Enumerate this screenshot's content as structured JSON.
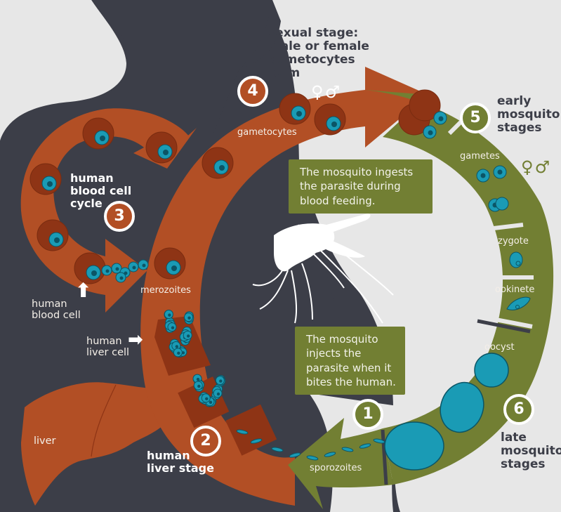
{
  "title": "Malaria parasite life cycle",
  "colors": {
    "background": "#e7e7e7",
    "silhouette": "#3c3e48",
    "human_stage": "#b24f25",
    "human_stage_dark": "#8e3415",
    "mosquito_stage": "#727f33",
    "parasite": "#1a9bb5",
    "parasite_dark": "#0b5566",
    "white": "#ffffff"
  },
  "steps": [
    {
      "number": "1",
      "color": "green"
    },
    {
      "number": "2",
      "color": "orange",
      "title_lines": [
        "human",
        "liver stage"
      ]
    },
    {
      "number": "3",
      "color": "orange",
      "title_lines": [
        "human",
        "blood cell",
        "cycle"
      ]
    },
    {
      "number": "4",
      "color": "orange",
      "title_lines": [
        "sexual stage:",
        "male or female",
        "gametocytes",
        "form"
      ]
    },
    {
      "number": "5",
      "color": "green",
      "title_lines": [
        "early",
        "mosquito",
        "stages"
      ]
    },
    {
      "number": "6",
      "color": "green",
      "title_lines": [
        "late",
        "mosquito",
        "stages"
      ]
    }
  ],
  "labels": {
    "gametocytes": "gametocytes",
    "merozoites": "merozoites",
    "human_blood_cell": [
      "human",
      "blood cell"
    ],
    "human_liver_cell": [
      "human",
      "liver cell"
    ],
    "liver": "liver",
    "sporozoites": "sporozoites",
    "gametes": "gametes",
    "zygote": "zygote",
    "ookinete": "ookinete",
    "oocyst": "oocyst"
  },
  "sex_symbols": "♀♂",
  "callouts": {
    "ingest": [
      "The mosquito ingests",
      "the parasite during",
      "blood feeding."
    ],
    "inject": [
      "The mosquito",
      "injects the",
      "parasite when it",
      "bites the human."
    ]
  }
}
